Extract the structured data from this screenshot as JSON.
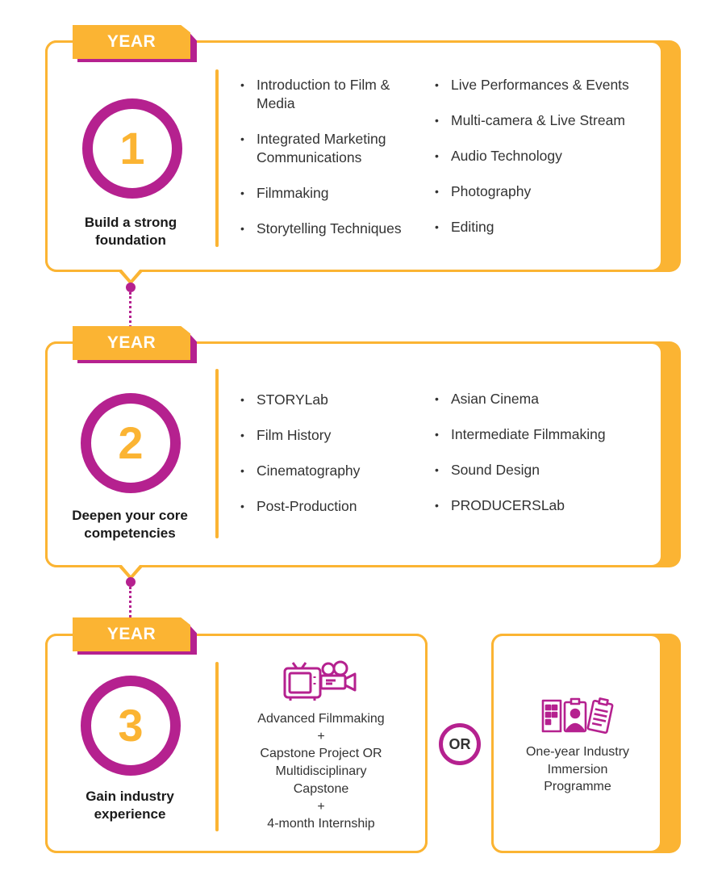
{
  "colors": {
    "accent_yellow": "#FBB433",
    "accent_magenta": "#B5218F"
  },
  "years": [
    {
      "tab_label": "YEAR",
      "number": "1",
      "caption": [
        "Build a strong",
        "foundation"
      ],
      "left_list": [
        "Introduction to Film & Media",
        "Integrated Marketing Communications",
        "Filmmaking",
        "Storytelling Techniques"
      ],
      "right_list": [
        "Live Performances & Events",
        "Multi-camera & Live Stream",
        "Audio Technology",
        "Photography",
        "Editing"
      ]
    },
    {
      "tab_label": "YEAR",
      "number": "2",
      "caption": [
        "Deepen your core",
        "competencies"
      ],
      "left_list": [
        "STORYLab",
        "Film History",
        "Cinematography",
        "Post-Production"
      ],
      "right_list": [
        "Asian Cinema",
        "Intermediate Filmmaking",
        "Sound Design",
        "PRODUCERSLab"
      ]
    },
    {
      "tab_label": "YEAR",
      "number": "3",
      "caption": [
        "Gain industry",
        "experience"
      ],
      "option_a_icon": "film-camera-tv-icon",
      "option_a_lines": [
        "Advanced Filmmaking",
        "+",
        "Capstone Project OR",
        "Multidisciplinary",
        "Capstone",
        "+",
        "4-month Internship"
      ],
      "or_label": "OR",
      "option_b_icon": "industry-documents-icon",
      "option_b_lines": [
        "One-year Industry",
        "Immersion",
        "Programme"
      ]
    }
  ]
}
